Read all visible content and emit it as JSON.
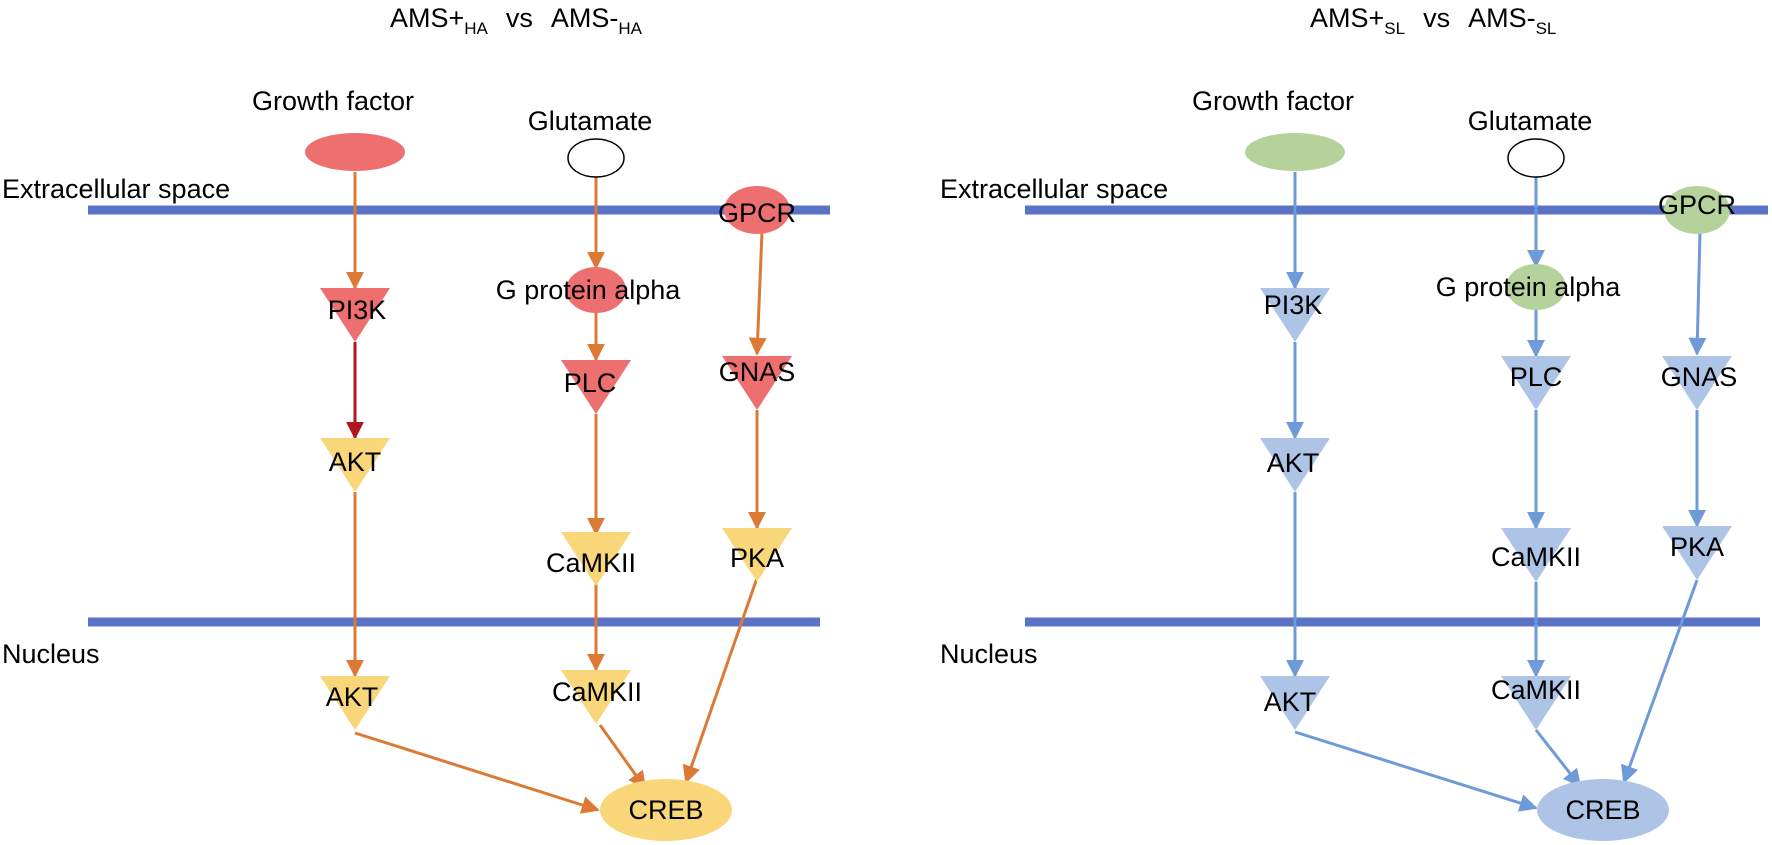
{
  "left_panel": {
    "title": {
      "main1": "AMS+",
      "sub1": "HA",
      "vs": "vs",
      "main2": "AMS-",
      "sub2": "HA"
    },
    "regions": {
      "extracellular": "Extracellular space",
      "nucleus": "Nucleus"
    },
    "nodes": {
      "growth_factor": "Growth factor",
      "glutamate": "Glutamate",
      "gpcr": "GPCR",
      "pi3k": "PI3K",
      "g_protein_alpha": "G protein alpha",
      "plc": "PLC",
      "gnas": "GNAS",
      "akt_cyto": "AKT",
      "camkii_cyto": "CaMKII",
      "pka": "PKA",
      "akt_nuc": "AKT",
      "camkii_nuc": "CaMKII",
      "creb": "CREB"
    },
    "colors": {
      "up_strong": "#ee6f70",
      "up_mild": "#f9d67a",
      "neutral": "#ffffff",
      "edge": "#dc7a35",
      "edge_strong": "#b3161c",
      "membrane": "#5a73c6"
    }
  },
  "right_panel": {
    "title": {
      "main1": "AMS+",
      "sub1": "SL",
      "vs": "vs",
      "main2": "AMS-",
      "sub2": "SL"
    },
    "regions": {
      "extracellular": "Extracellular space",
      "nucleus": "Nucleus"
    },
    "nodes": {
      "growth_factor": "Growth factor",
      "glutamate": "Glutamate",
      "gpcr": "GPCR",
      "pi3k": "PI3K",
      "g_protein_alpha": "G protein alpha",
      "plc": "PLC",
      "gnas": "GNAS",
      "akt_cyto": "AKT",
      "camkii_cyto": "CaMKII",
      "pka": "PKA",
      "akt_nuc": "AKT",
      "camkii_nuc": "CaMKII",
      "creb": "CREB"
    },
    "colors": {
      "green": "#b6d29c",
      "blue": "#aec4e6",
      "neutral": "#ffffff",
      "edge": "#6e9ad7",
      "membrane": "#5a73c6"
    }
  }
}
